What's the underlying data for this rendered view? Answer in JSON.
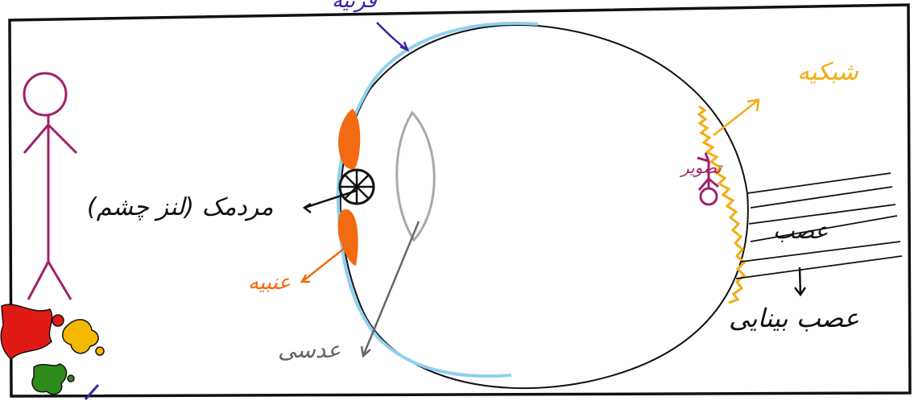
{
  "labels": {
    "cornea": "قرنیه",
    "pupil": "مردمک (لنز چشم)",
    "iris": "عنبیه",
    "lens": "عدسی",
    "retina": "شبکیه",
    "image": "تصویر",
    "nerve": "عصب",
    "optic_nerve": "عصب بینایی"
  },
  "colors": {
    "outline": "#111111",
    "cornea": "#8fd0ef",
    "iris": "#f26a12",
    "lens": "#a9a9a9",
    "retina": "#f2ad14",
    "figure": "#a0216b",
    "cornea_label": "#3b22a6",
    "lens_label": "#666666",
    "splash_red": "#e01a14",
    "splash_yellow": "#f5b800",
    "splash_green": "#2f8a1c"
  },
  "icons": {
    "stick_figure": "person-icon",
    "paint_splash": "paint-splash-icon",
    "upside_down_image": "inverted-person-icon"
  }
}
